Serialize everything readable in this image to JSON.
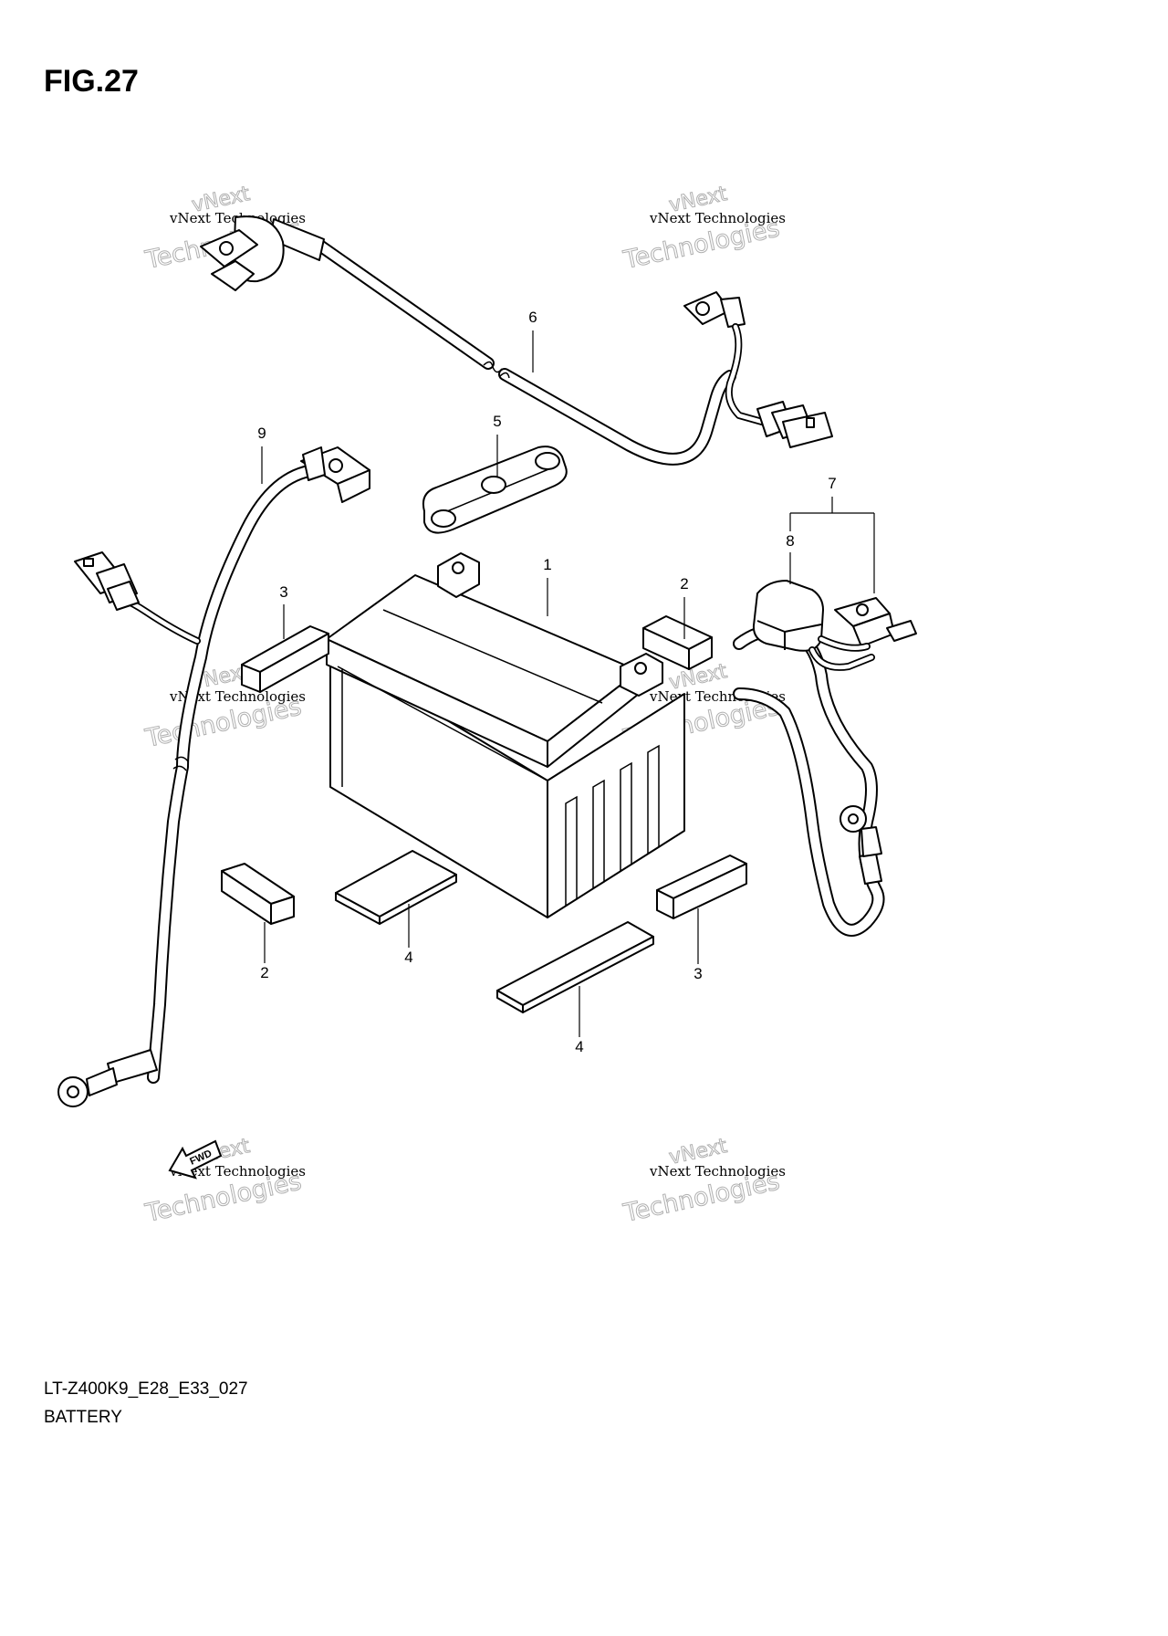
{
  "figure": {
    "title": "FIG.27",
    "code": "LT-Z400K9_E28_E33_027",
    "name": "BATTERY"
  },
  "callouts": [
    {
      "id": "1",
      "text": "1"
    },
    {
      "id": "2a",
      "text": "2"
    },
    {
      "id": "2b",
      "text": "2"
    },
    {
      "id": "3a",
      "text": "3"
    },
    {
      "id": "3b",
      "text": "3"
    },
    {
      "id": "4a",
      "text": "4"
    },
    {
      "id": "4b",
      "text": "4"
    },
    {
      "id": "5",
      "text": "5"
    },
    {
      "id": "6",
      "text": "6"
    },
    {
      "id": "7",
      "text": "7"
    },
    {
      "id": "8",
      "text": "8"
    },
    {
      "id": "9",
      "text": "9"
    }
  ],
  "fwd_marker": "FWD",
  "watermark": {
    "line1": "vNext",
    "line2": "vNext Technologies",
    "line3": "Technologies"
  }
}
